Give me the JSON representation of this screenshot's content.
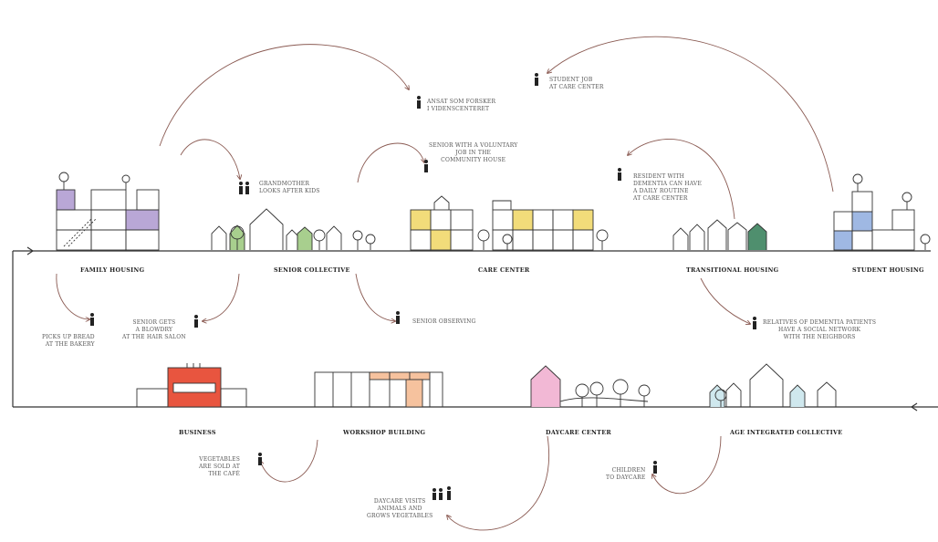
{
  "colors": {
    "lilac": "#b9a7d6",
    "yellow": "#f2dc7a",
    "green": "#a8cf8e",
    "darkgreen": "#4f8f6e",
    "blue": "#9fb8e3",
    "red": "#e8553f",
    "orange": "#f6c29e",
    "pink": "#f2b8d5",
    "ice": "#cfe8ee",
    "line": "#333333",
    "arrow": "#8a5a52"
  },
  "buildings": {
    "family_housing": "FAMILY HOUSING",
    "senior_collective": "SENIOR COLLECTIVE",
    "care_center": "CARE CENTER",
    "transitional_housing": "TRANSITIONAL HOUSING",
    "student_housing": "STUDENT HOUSING",
    "business": "BUSINESS",
    "workshop_building": "WORKSHOP BUILDING",
    "daycare_center": "DAYCARE CENTER",
    "age_integrated_collective": "AGE INTEGRATED COLLECTIVE"
  },
  "notes": {
    "ansat": [
      "ANSAT SOM FORSKER",
      "I VIDENSCENTERET"
    ],
    "student_job": [
      "STUDENT JOB",
      "AT CARE CENTER"
    ],
    "senior_voluntary": [
      "SENIOR WITH A VOLUNTARY",
      "JOB IN THE",
      "COMMUNITY HOUSE"
    ],
    "grandmother": [
      "GRANDMOTHER",
      "LOOKS AFTER KIDS"
    ],
    "resident_dementia": [
      "RESIDENT WITH",
      "DEMENTIA CAN HAVE",
      "A DAILY ROUTINE",
      "AT CARE CENTER"
    ],
    "picks_up_bread": [
      "PICKS UP BREAD",
      "AT THE BAKERY"
    ],
    "senior_blowdry": [
      "SENIOR GETS",
      "A BLOWDRY",
      "AT THE HAIR SALON"
    ],
    "senior_observing": [
      "SENIOR OBSERVING"
    ],
    "relatives": [
      "RELATIVES OF DEMENTIA PATIENTS",
      "HAVE A SOCIAL NETWORK",
      "WITH THE NEIGHBORS"
    ],
    "vegetables": [
      "VEGETABLES",
      "ARE SOLD AT",
      "THE CAFÉ"
    ],
    "children_daycare": [
      "CHILDREN",
      "TO DAYCARE"
    ],
    "daycare_visits": [
      "DAYCARE VISITS",
      "ANIMALS AND",
      "GROWS VEGETABLES"
    ]
  }
}
